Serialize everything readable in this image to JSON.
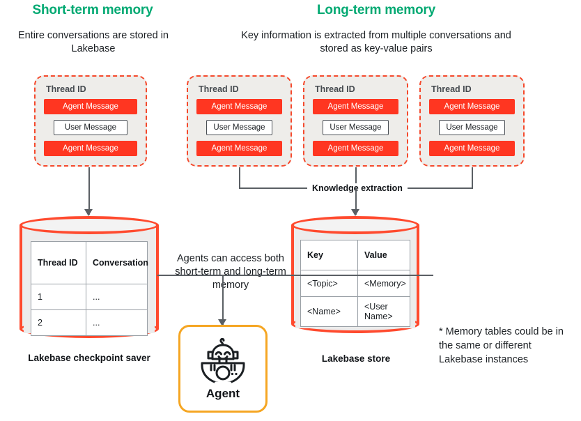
{
  "columns": {
    "short_term": {
      "title": "Short-term memory",
      "subtitle": "Entire conversations are stored in Lakebase"
    },
    "long_term": {
      "title": "Long-term memory",
      "subtitle": "Key information is extracted from multiple conversations and stored as key-value pairs"
    }
  },
  "thread_cards": {
    "label": "Thread ID",
    "messages": [
      {
        "text": "Agent Message",
        "role": "agent"
      },
      {
        "text": "User Message",
        "role": "user"
      },
      {
        "text": "Agent Message",
        "role": "agent"
      }
    ]
  },
  "knowledge_extraction_label": "Knowledge extraction",
  "checkpoint_saver": {
    "caption": "Lakebase checkpoint saver",
    "table": {
      "headers": [
        "Thread ID",
        "Conversation"
      ],
      "rows": [
        [
          "1",
          "..."
        ],
        [
          "2",
          "..."
        ]
      ]
    }
  },
  "lakebase_store": {
    "caption": "Lakebase store",
    "table": {
      "headers": [
        "Key",
        "Value"
      ],
      "rows": [
        [
          "<Topic>",
          "<Memory>"
        ],
        [
          "<Name>",
          "<User Name>"
        ]
      ]
    }
  },
  "agent": {
    "label": "Agent",
    "icon": "robot-icon",
    "access_note": "Agents can access both short-term and long-term memory"
  },
  "footnote": "* Memory tables could be in the same or different Lakebase instances",
  "colors": {
    "green": "#00A972",
    "red": "#FF3621",
    "red_outline": "#FF4A2E",
    "orange": "#F5A623",
    "card_bg": "#EEEDEA",
    "connector": "#5A5F64"
  }
}
